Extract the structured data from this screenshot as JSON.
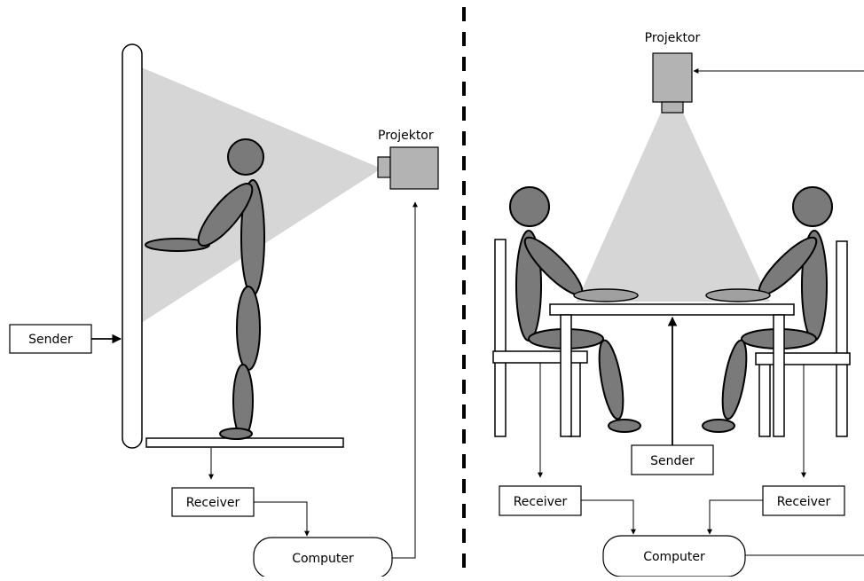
{
  "left_panel": {
    "projector_label": "Projektor",
    "sender_label": "Sender",
    "receiver_label": "Receiver",
    "computer_label": "Computer"
  },
  "right_panel": {
    "projector_label": "Projektor",
    "sender_label": "Sender",
    "receiver_left_label": "Receiver",
    "receiver_right_label": "Receiver",
    "computer_label": "Computer"
  },
  "colors": {
    "projection_beam": "#d6d6d6",
    "body_fill": "#7a7a7a",
    "projector_fill": "#b3b3b3",
    "outline": "#000000"
  }
}
